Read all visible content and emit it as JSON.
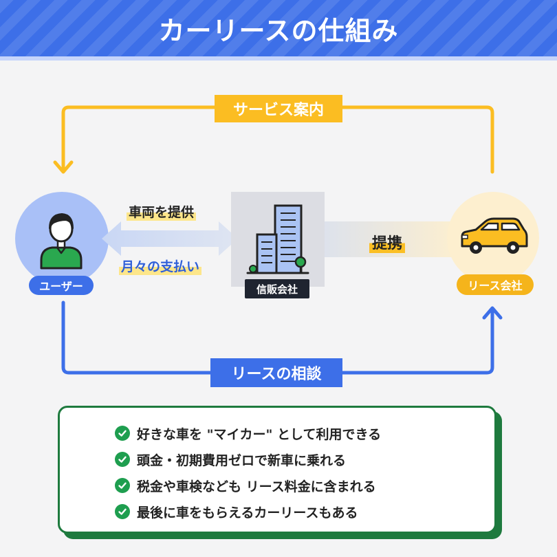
{
  "header": {
    "title": "カーリースの仕組み"
  },
  "flow": {
    "service_label": "サービス案内",
    "consult_label": "リースの相談",
    "provide_label": "車両を提供",
    "pay_label": "月々の支払い",
    "partner_label": "提携"
  },
  "nodes": {
    "user": "ユーザー",
    "shinpan": "信販会社",
    "lease": "リース会社"
  },
  "benefits": [
    "好きな車を \"マイカー\" として利用できる",
    "頭金・初期費用ゼロで新車に乗れる",
    "税金や車検なども リース料金に含まれる",
    "最後に車をもらえるカーリースもある"
  ],
  "colors": {
    "blue": "#3d6fe8",
    "yellow": "#fbbd22",
    "green": "#1e7a3e",
    "dark": "#1f2430"
  }
}
